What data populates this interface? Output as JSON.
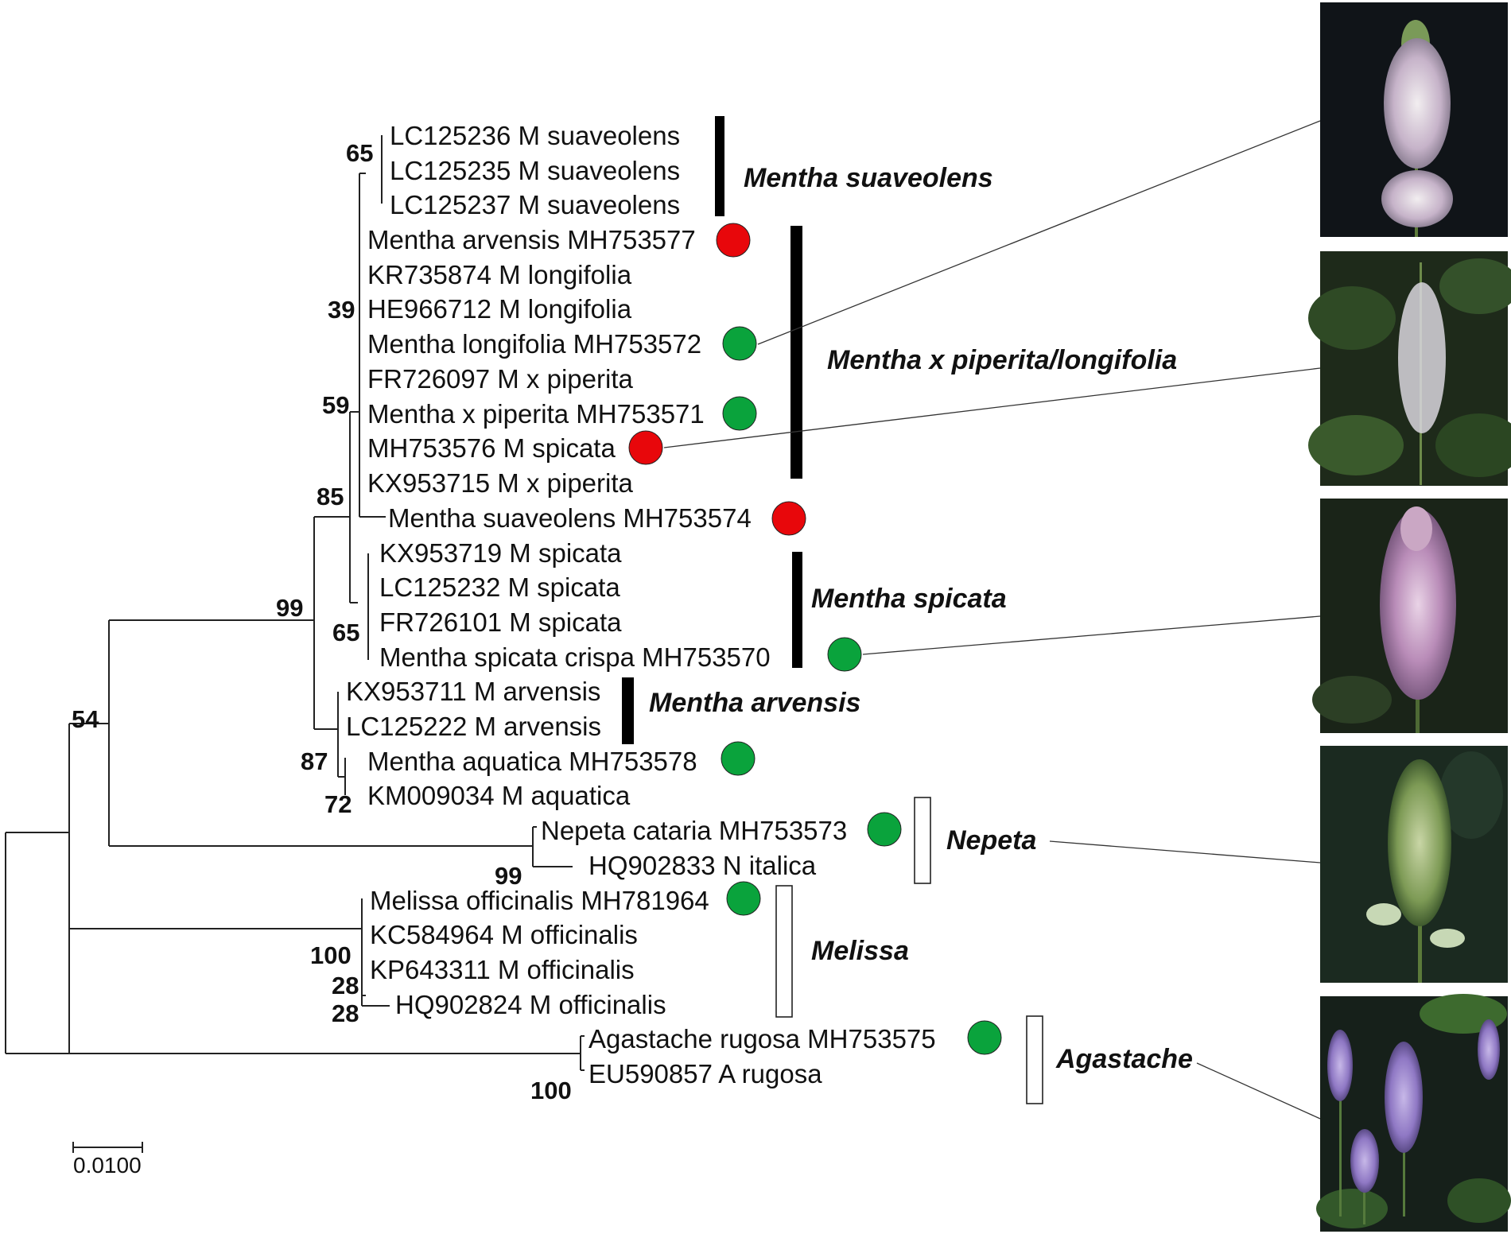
{
  "figure": {
    "scale_bar_label": "0.0100",
    "colors": {
      "marker_red": "#e8070b",
      "marker_green": "#0aa33c",
      "bar_filled": "#000000",
      "bar_open": "#ffffff"
    }
  },
  "leaves": [
    {
      "id": "L1",
      "label": "LC125236 M suaveolens",
      "marker": null
    },
    {
      "id": "L2",
      "label": "LC125235 M suaveolens",
      "marker": null
    },
    {
      "id": "L3",
      "label": "LC125237 M suaveolens",
      "marker": null
    },
    {
      "id": "L4",
      "label": "Mentha arvensis MH753577",
      "marker": "red"
    },
    {
      "id": "L5",
      "label": "KR735874 M longifolia",
      "marker": null
    },
    {
      "id": "L6",
      "label": "HE966712 M longifolia",
      "marker": null
    },
    {
      "id": "L7",
      "label": "Mentha longifolia MH753572",
      "marker": "green"
    },
    {
      "id": "L8",
      "label": "FR726097 M x piperita",
      "marker": null
    },
    {
      "id": "L9",
      "label": "Mentha x piperita MH753571",
      "marker": "green"
    },
    {
      "id": "L10",
      "label": "MH753576 M spicata",
      "marker": "red"
    },
    {
      "id": "L11",
      "label": "KX953715 M x piperita",
      "marker": null
    },
    {
      "id": "L12",
      "label": "Mentha suaveolens MH753574",
      "marker": "red"
    },
    {
      "id": "L13",
      "label": "KX953719 M spicata",
      "marker": null
    },
    {
      "id": "L14",
      "label": "LC125232 M spicata",
      "marker": null
    },
    {
      "id": "L15",
      "label": "FR726101 M spicata",
      "marker": null
    },
    {
      "id": "L16",
      "label": "Mentha spicata crispa MH753570",
      "marker": "green"
    },
    {
      "id": "L17",
      "label": "KX953711 M arvensis",
      "marker": null
    },
    {
      "id": "L18",
      "label": "LC125222 M arvensis",
      "marker": null
    },
    {
      "id": "L19",
      "label": "Mentha aquatica MH753578",
      "marker": "green"
    },
    {
      "id": "L20",
      "label": "KM009034 M aquatica",
      "marker": null
    },
    {
      "id": "L21",
      "label": "Nepeta cataria MH753573",
      "marker": "green"
    },
    {
      "id": "L22",
      "label": "HQ902833 N italica",
      "marker": null
    },
    {
      "id": "L23",
      "label": "Melissa officinalis MH781964",
      "marker": "green"
    },
    {
      "id": "L24",
      "label": "KC584964 M officinalis",
      "marker": null
    },
    {
      "id": "L25",
      "label": "KP643311 M officinalis",
      "marker": null
    },
    {
      "id": "L26",
      "label": "HQ902824 M officinalis",
      "marker": null
    },
    {
      "id": "L27",
      "label": "Agastache rugosa MH753575",
      "marker": "green"
    },
    {
      "id": "L28",
      "label": "EU590857 A rugosa",
      "marker": null
    }
  ],
  "bootstrap_values": [
    "65",
    "39",
    "59",
    "85",
    "99",
    "65",
    "54",
    "87",
    "72",
    "99",
    "100",
    "28",
    "28",
    "100"
  ],
  "clades": [
    {
      "id": "C1",
      "label": "Mentha suaveolens",
      "bar": "filled"
    },
    {
      "id": "C2",
      "label": "Mentha x piperita/longifolia",
      "bar": "filled"
    },
    {
      "id": "C3",
      "label": "Mentha spicata",
      "bar": "filled"
    },
    {
      "id": "C4",
      "label": "Mentha arvensis",
      "bar": "filled"
    },
    {
      "id": "C5",
      "label": "Nepeta",
      "bar": "open"
    },
    {
      "id": "C6",
      "label": "Melissa",
      "bar": "open"
    },
    {
      "id": "C7",
      "label": "Agastache",
      "bar": "open"
    }
  ],
  "photos": [
    {
      "id": "P1",
      "subject": "mint-flower-spike-photo"
    },
    {
      "id": "P2",
      "subject": "mint-flower-spike-photo"
    },
    {
      "id": "P3",
      "subject": "mint-flower-spike-photo"
    },
    {
      "id": "P4",
      "subject": "nepeta-flower-spike-photo"
    },
    {
      "id": "P5",
      "subject": "agastache-flower-spikes-photo"
    }
  ]
}
